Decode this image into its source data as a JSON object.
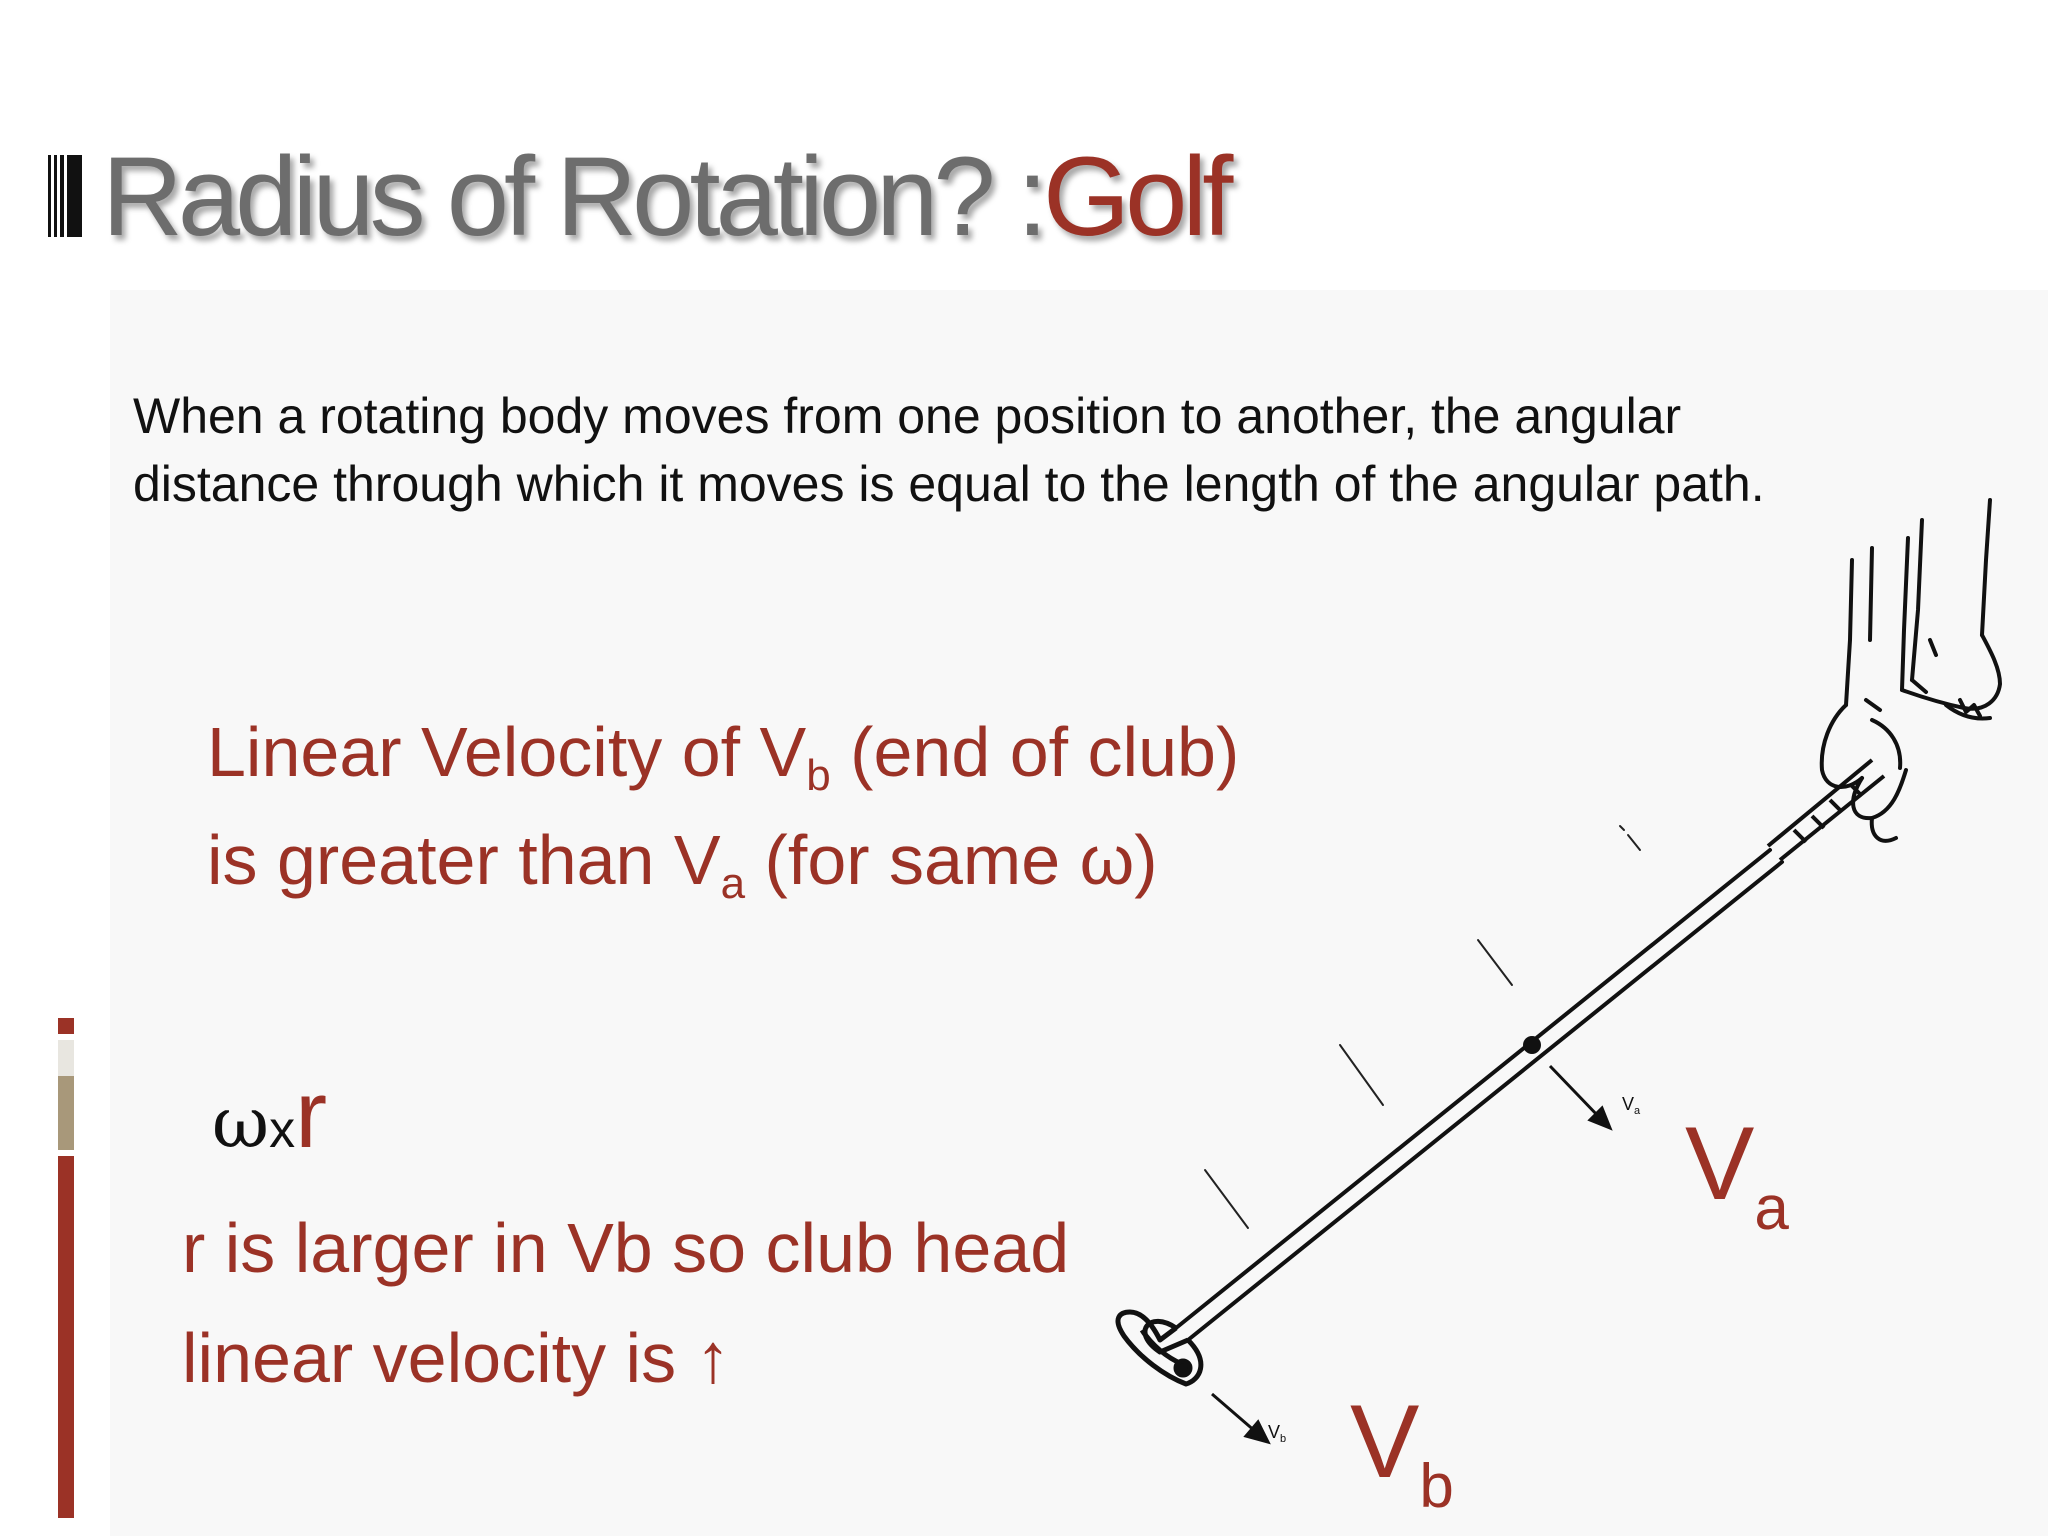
{
  "title": {
    "main": "Radius of Rotation? :",
    "accent": "Golf"
  },
  "body": {
    "text": "When a rotating body moves from one position to another, the angular distance through which it moves is equal to the length of the angular path."
  },
  "statement": {
    "line1_prefix": "Linear Velocity of V",
    "line1_sub": "b",
    "line1_suffix": " (end of club)",
    "line2_prefix": "is greater than V",
    "line2_sub": "a",
    "line2_suffix": " (for same ω)"
  },
  "formula": {
    "omega": "ω",
    "times": "x",
    "r": "r"
  },
  "conclusion": {
    "line1": "r is larger in Vb so club head",
    "line2": "linear velocity is ",
    "arrow": "↑"
  },
  "diagram": {
    "label_va": {
      "main": "V",
      "sub": "a"
    },
    "label_vb": {
      "main": "V",
      "sub": "b"
    },
    "small_va": "V",
    "small_va_sub": "a",
    "small_vb": "V",
    "small_vb_sub": "b"
  },
  "colors": {
    "accent_red": "#9b3226",
    "title_gray": "#6d6d6d",
    "sidebar_top": "#9b3226",
    "sidebar_light": "#e8e6e0",
    "sidebar_tan": "#a8987a"
  }
}
